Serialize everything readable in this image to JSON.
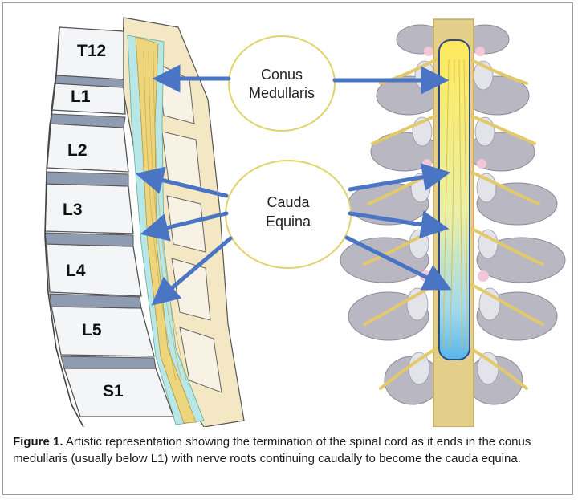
{
  "vertebrae": [
    "T12",
    "L1",
    "L2",
    "L3",
    "L4",
    "L5",
    "S1"
  ],
  "callouts": {
    "conus": [
      "Conus",
      "Medullaris"
    ],
    "cauda": [
      "Cauda",
      "Equina"
    ]
  },
  "colors": {
    "arrow": "#4a74c4",
    "callout_border": "#e0d36a",
    "bone": "#f4f5f7",
    "disc": "#8f9bb0",
    "nerve": "#e8d27a",
    "csf": "#a6e3e0"
  },
  "caption": {
    "label": "Figure 1.",
    "text": " Artistic representation showing the termination of the spinal cord as it ends in the conus medullaris (usually below L1) with nerve roots continuing caudally to become the cauda equina."
  }
}
